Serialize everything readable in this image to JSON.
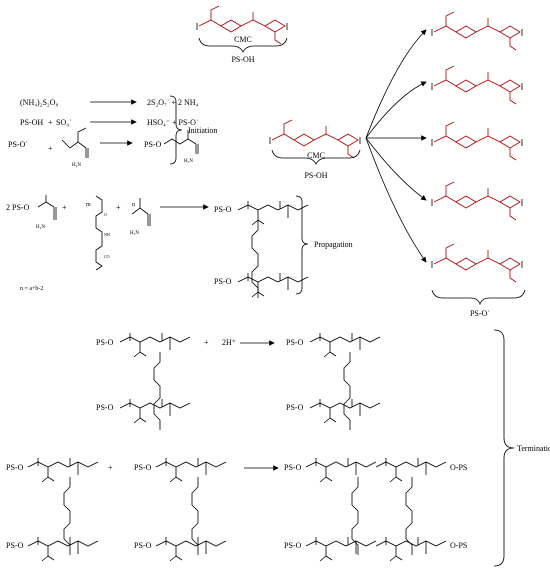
{
  "top_cmc": {
    "name": "CMC",
    "label": "PS-OH"
  },
  "initiation": {
    "eq1_left": "(NH₄)₂S₂O₈",
    "eq1_right": "2S₂O₇˙ + 2 NH₄",
    "eq2_left": "PS-OH",
    "eq2_plus": "+",
    "eq2_mid": "SO₄˙",
    "eq2_right": "HSO₄⁻ + PS-O˙",
    "eq3_left": "PS-O˙",
    "eq3_plus": "+",
    "eq3_product": "PS-O",
    "label": "Initiation"
  },
  "middle_cmc": {
    "name": "CMC",
    "label": "PS-OH"
  },
  "radical_label": "PS-O˙",
  "propagation": {
    "reactant": "2 PS-O",
    "plus1": "+",
    "coef_m": "m",
    "plus2": "+",
    "coef_n": "n",
    "product_top": "PS-O",
    "product_bottom": "PS-O",
    "relation": "n = a+b-2",
    "label": "Propagation"
  },
  "termination": {
    "reactant1": "PS-O",
    "reactant1_bottom": "PS-O",
    "plus": "+",
    "h_ions": "2H⁺",
    "product1": "PS-O",
    "product1_bottom": "PS-O",
    "r2a": "PS-O",
    "r2a_bottom": "PS-O",
    "plus2": "+",
    "r2b": "PS-O",
    "r2b_bottom": "PS-O",
    "p2_left": "PS-O",
    "p2_left_bottom": "PS-O",
    "p2_right": "O-PS",
    "p2_right_bottom": "O-PS",
    "label": "Termination"
  },
  "atoms": {
    "amide": "H₂N",
    "oxy": "O",
    "co": "CO",
    "nh": "NH",
    "sub_a": "a",
    "sub_b": "b"
  }
}
